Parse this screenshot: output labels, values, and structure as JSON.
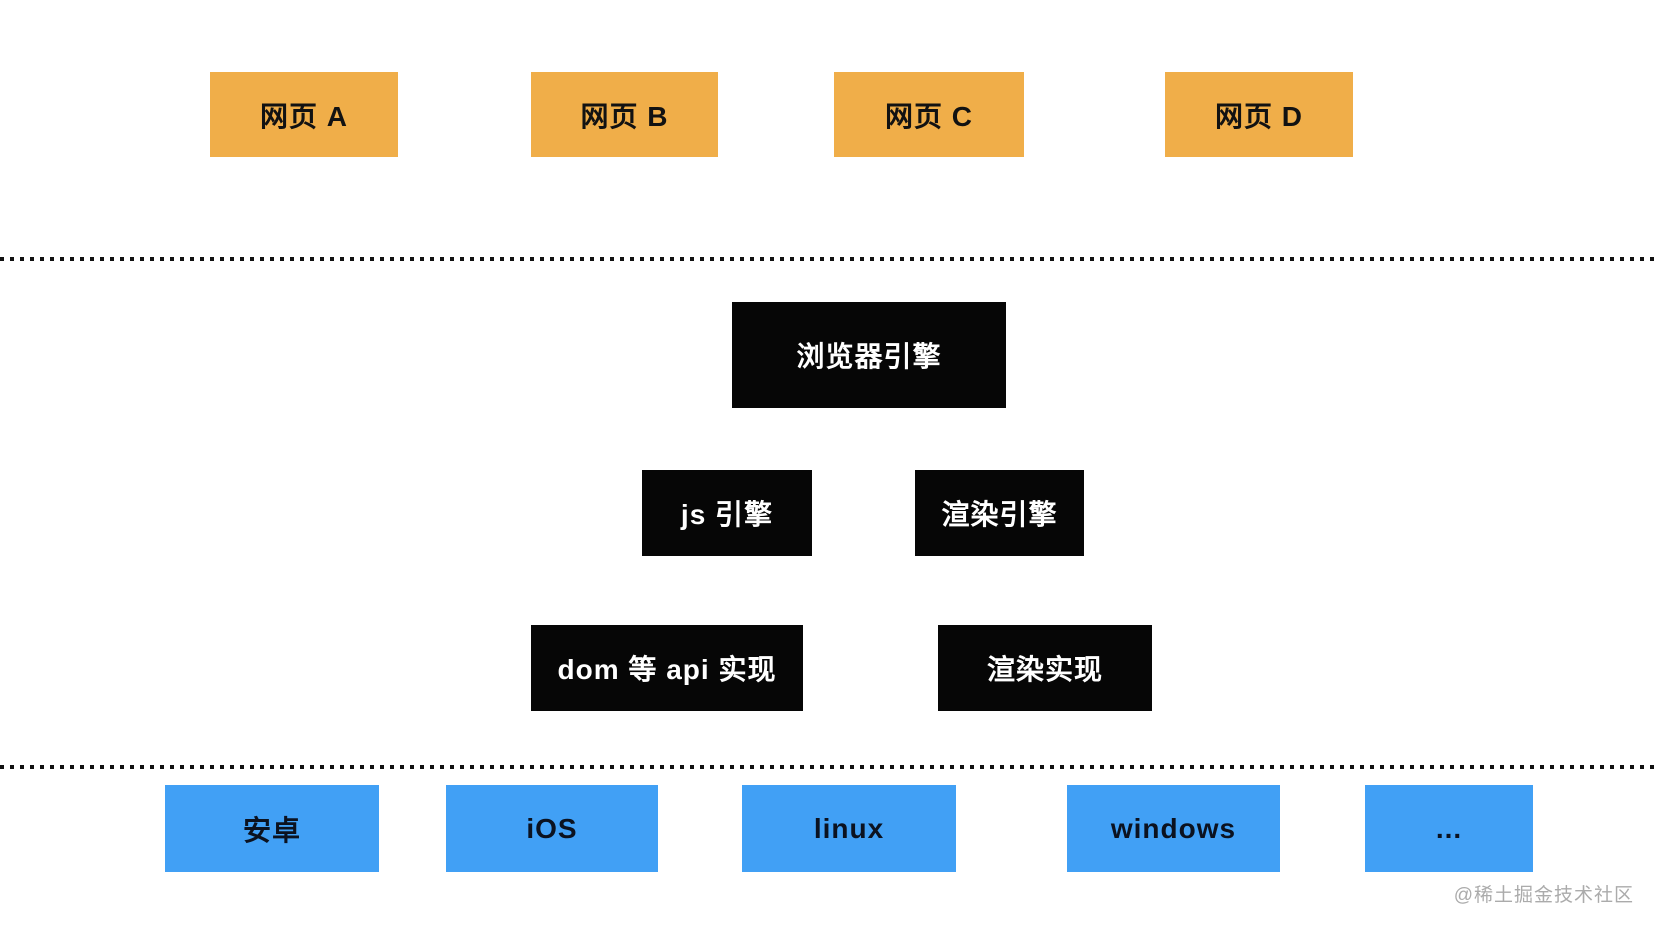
{
  "diagram": {
    "title_semantic": "browser-architecture-diagram",
    "colors": {
      "webpage_box": "#f0ae49",
      "engine_box": "#060606",
      "platform_box": "#41a0f5",
      "dotted_line": "#111111",
      "watermark": "#ababab"
    },
    "webpages": [
      {
        "label": "网页 A"
      },
      {
        "label": "网页 B"
      },
      {
        "label": "网页 C"
      },
      {
        "label": "网页 D"
      }
    ],
    "browser_engine": {
      "label": "浏览器引擎"
    },
    "sub_engines": [
      {
        "label": "js 引擎"
      },
      {
        "label": "渲染引擎"
      }
    ],
    "implementations": [
      {
        "label": "dom 等 api 实现"
      },
      {
        "label": "渲染实现"
      }
    ],
    "platforms": [
      {
        "label": "安卓"
      },
      {
        "label": "iOS"
      },
      {
        "label": "linux"
      },
      {
        "label": "windows"
      },
      {
        "label": "..."
      }
    ],
    "watermark": {
      "text": "@稀土掘金技术社区"
    }
  }
}
